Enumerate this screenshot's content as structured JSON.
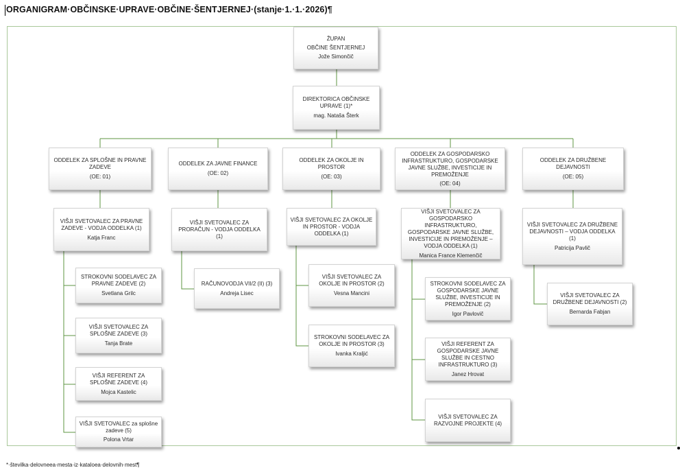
{
  "document": {
    "title": "ORGANIGRAM·OBČINSKE·UPRAVE·OBČINE·ŠENTJERNEJ·(stanje·1.·1.·2026)¶",
    "footnote": "*·številka·delovneea·mesta·iz·kataloea·delovnih·mest¶"
  },
  "org": {
    "mayor": {
      "line1": "ŽUPAN",
      "line2": "OBČINE ŠENTJERNEJ",
      "person": "Jože Simončič"
    },
    "director": {
      "title": "DIREKTORICA OBČINSKE UPRAVE (1)*",
      "person": "mag. Nataša Šterk"
    },
    "departments": [
      {
        "name": "ODDELEK ZA SPLOŠNE IN PRAVNE ZADEVE",
        "code": "(OE: 01)",
        "head": {
          "title": "VIŠJI SVETOVALEC ZA PRAVNE ZADEVE - VODJA ODDELKA (1)",
          "person": "Katja Franc"
        },
        "staff": [
          {
            "title": "STROKOVNI SODELAVEC ZA PRAVNE ZADEVE (2)",
            "person": "Svetlana Grilc"
          },
          {
            "title": "VIŠJI SVETOVALEC ZA SPLOŠNE ZADEVE (3)",
            "person": "Tanja Brate"
          },
          {
            "title": "VIŠJI REFERENT ZA SPLOŠNE ZADEVE (4)",
            "person": "Mojca Kastelic"
          },
          {
            "title": "VIŠJI SVETOVALEC za splošne zadeve (5)",
            "person": "Polona Vrtar"
          }
        ]
      },
      {
        "name": "ODDELEK ZA JAVNE FINANCE",
        "code": "(OE: 02)",
        "head": {
          "title": "VIŠJI SVETOVALEC ZA PRORAČUN - VODJA ODDELKA (1)",
          "person": ""
        },
        "staff": [
          {
            "title": "RAČUNOVODJA VII/2 (II) (3)",
            "person": "Andreja Lisec"
          }
        ]
      },
      {
        "name": "ODDELEK ZA OKOLJE IN PROSTOR",
        "code": "(OE: 03)",
        "head": {
          "title": "VIŠJI SVETOVALEC ZA OKOLJE IN PROSTOR - VODJA ODDELKA (1)",
          "person": ""
        },
        "staff": [
          {
            "title": "VIŠJI SVETOVALEC ZA OKOLJE IN PROSTOR (2)",
            "person": "Vesna Mancini"
          },
          {
            "title": "STROKOVNI SODELAVEC ZA OKOLJE IN PROSTOR (3)",
            "person": "Ivanka Kraljić"
          }
        ]
      },
      {
        "name": "ODDELEK ZA GOSPODARSKO INFRASTRUKTURO, GOSPODARSKE JAVNE SLUŽBE, INVESTICIJE IN PREMOŽENJE",
        "code": "(OE: 04)",
        "head": {
          "title": "VIŠJI SVETOVALEC ZA GOSPODARSKO INFRASTRUKTURO, GOSPODARSKE JAVNE SLUŽBE, INVESTICIJE IN PREMOŽENJE – VODJA ODDELKA (1)",
          "person": "Manica France Klemenčič"
        },
        "staff": [
          {
            "title": "STROKOVNI SODELAVEC ZA GOSPODARSKE JAVNE SLUŽBE, INVESTICIJE IN PREMOŽENJE (2)",
            "person": "Igor Pavlovič"
          },
          {
            "title": "VIŠJI REFERENT ZA GOSPODARSKE JAVNE SLUŽBE IN CESTNO INFRASTRUKTURO (3)",
            "person": "Janez Hrovat"
          },
          {
            "title": "VIŠJI SVETOVALEC ZA RAZVOJNE PROJEKTE (4)",
            "person": ""
          }
        ]
      },
      {
        "name": "ODDELEK ZA DRUŽBENE DEJAVNOSTI",
        "code": "(OE: 05)",
        "head": {
          "title": "VIŠJI SVETOVALEC ZA DRUŽBENE DEJAVNOSTI – VODJA ODDELKA (1)",
          "person": "Patricija Pavlič"
        },
        "staff": [
          {
            "title": "VIŠJI SVETOVALEC ZA DRUŽBENE DEJAVNOSTI (2)",
            "person": "Bernarda Fabjan"
          }
        ]
      }
    ]
  }
}
